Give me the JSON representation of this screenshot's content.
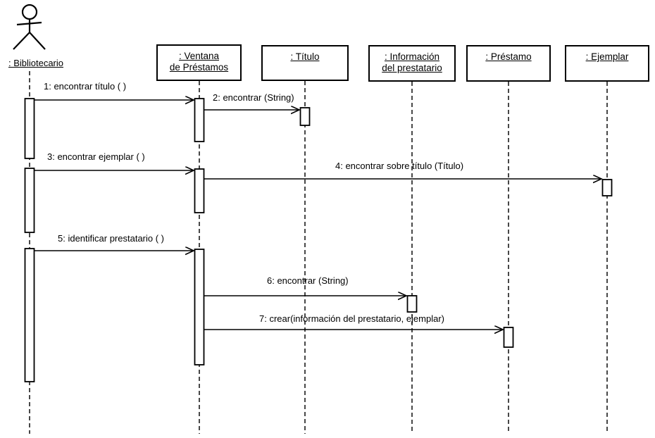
{
  "diagram": {
    "type": "uml-sequence",
    "title": "",
    "actor": {
      "label": ": Bibliotecario"
    },
    "objects": [
      {
        "id": "ventana",
        "label": ": Ventana\nde Préstamos"
      },
      {
        "id": "titulo",
        "label": ": Título"
      },
      {
        "id": "info",
        "label": ": Información\ndel prestatario"
      },
      {
        "id": "prestamo",
        "label": ": Préstamo"
      },
      {
        "id": "ejemplar",
        "label": ": Ejemplar"
      }
    ],
    "messages": [
      {
        "label": "1: encontrar título ( )",
        "from": ": Bibliotecario",
        "to": ": Ventana de Préstamos"
      },
      {
        "label": "2: encontrar (String)",
        "from": ": Ventana de Préstamos",
        "to": ": Título"
      },
      {
        "label": "3: encontrar ejemplar ( )",
        "from": ": Bibliotecario",
        "to": ": Ventana de Préstamos"
      },
      {
        "label": "4: encontrar sobre título (Título)",
        "from": ": Ventana de Préstamos",
        "to": ": Ejemplar"
      },
      {
        "label": "5: identificar prestatario ( )",
        "from": ": Bibliotecario",
        "to": ": Ventana de Préstamos"
      },
      {
        "label": "6: encontrar (String)",
        "from": ": Ventana de Préstamos",
        "to": ": Información del prestatario"
      },
      {
        "label": "7: crear(información del prestatario, ejemplar)",
        "from": ": Ventana de Préstamos",
        "to": ": Préstamo"
      }
    ],
    "colors": {
      "line": "#000000",
      "background": "#ffffff"
    }
  }
}
